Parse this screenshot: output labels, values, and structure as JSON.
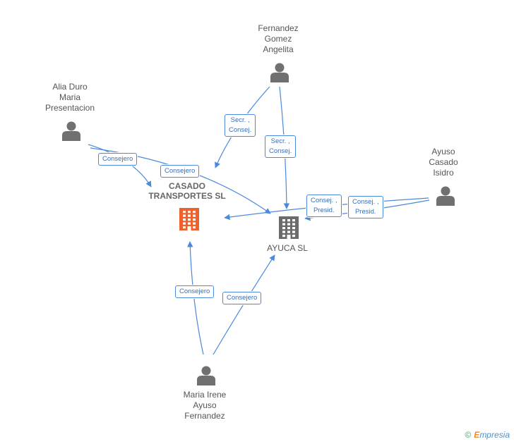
{
  "persons": [
    {
      "id": "fernandez",
      "name": "Fernandez\nGomez\nAngelita"
    },
    {
      "id": "alia",
      "name": "Alia Duro\nMaria\nPresentacion"
    },
    {
      "id": "ayuso_isidro",
      "name": "Ayuso\nCasado\nIsidro"
    },
    {
      "id": "maria_irene",
      "name": "Maria Irene\nAyuso\nFernandez"
    }
  ],
  "companies": [
    {
      "id": "casado",
      "name": "CASADO\nTRANSPORTES SL",
      "color": "#f0622d",
      "main": true
    },
    {
      "id": "ayuca",
      "name": "AYUCA SL",
      "color": "#6b6b6b",
      "main": false
    }
  ],
  "edges": [
    {
      "from": "fernandez",
      "to": "casado",
      "label": "Secr. ,\nConsej."
    },
    {
      "from": "fernandez",
      "to": "ayuca",
      "label": "Secr. ,\nConsej."
    },
    {
      "from": "alia",
      "to": "casado",
      "label": "Consejero"
    },
    {
      "from": "alia",
      "to": "ayuca",
      "label": "Consejero"
    },
    {
      "from": "ayuso_isidro",
      "to": "casado",
      "label": "Consej. ,\nPresid."
    },
    {
      "from": "ayuso_isidro",
      "to": "ayuca",
      "label": "Consej. ,\nPresid."
    },
    {
      "from": "maria_irene",
      "to": "casado",
      "label": "Consejero"
    },
    {
      "from": "maria_irene",
      "to": "ayuca",
      "label": "Consejero"
    }
  ],
  "colors": {
    "edge": "#4a89dc",
    "person_icon": "#707070"
  },
  "footer": {
    "copyright": "©",
    "brand_initial": "E",
    "brand_rest": "mpresia"
  }
}
